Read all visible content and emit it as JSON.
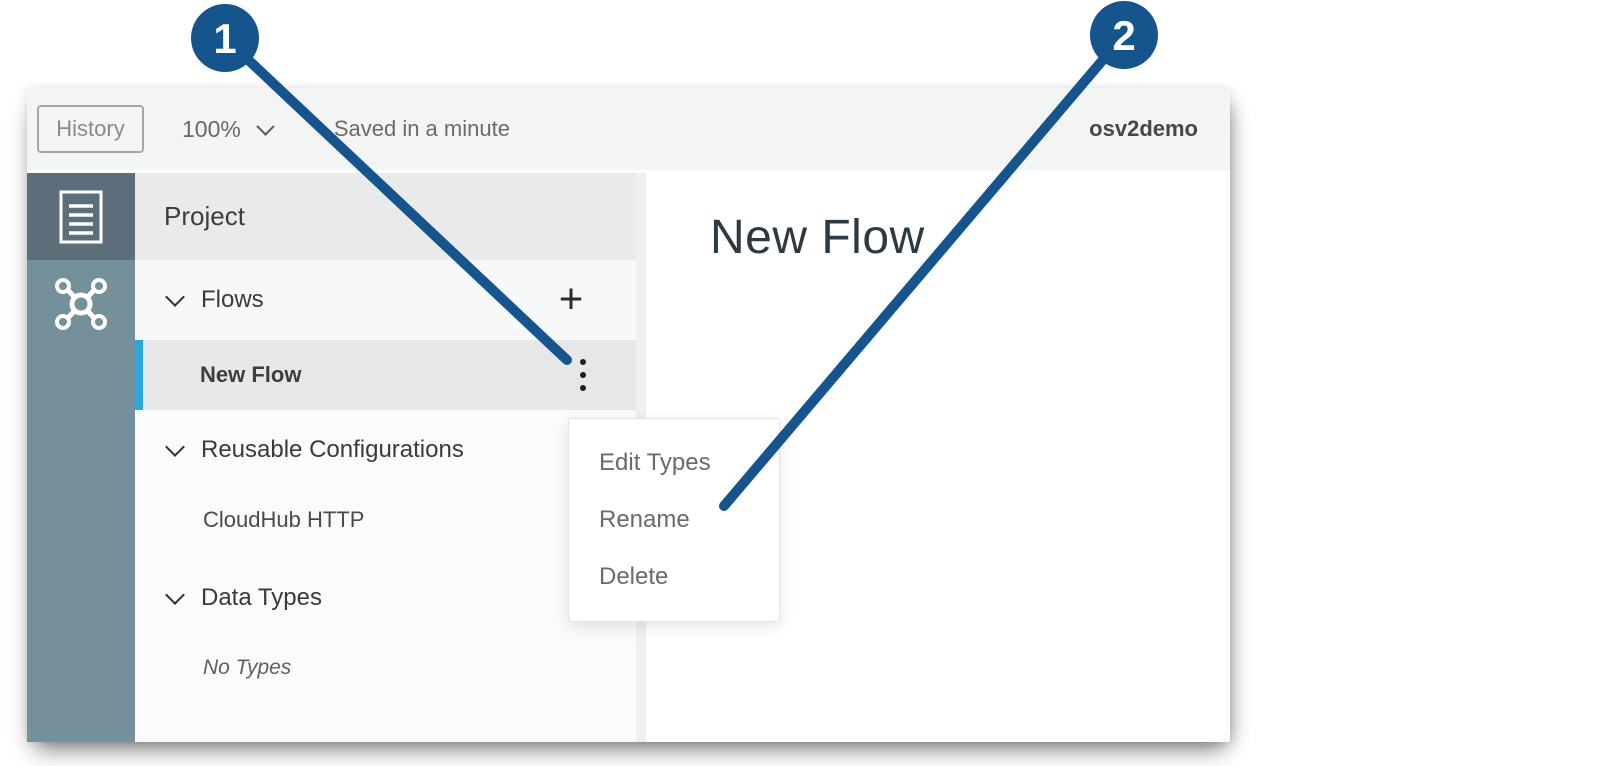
{
  "window": {
    "toolbar": {
      "history_label": "History",
      "zoom_value": "100%",
      "saved_status": "Saved in a minute",
      "project_name": "osv2demo"
    }
  },
  "sidebar": {
    "items": [
      {
        "icon": "spec-document-icon",
        "active": true
      },
      {
        "icon": "flow-network-icon",
        "active": false
      }
    ]
  },
  "explorer": {
    "title": "Project",
    "sections": [
      {
        "label": "Flows",
        "expanded": true,
        "action": "add-flow"
      },
      {
        "label": "Reusable Configurations",
        "expanded": true
      },
      {
        "label": "Data Types",
        "expanded": true
      }
    ],
    "items": {
      "selected_flow": "New Flow",
      "configuration": "CloudHub HTTP",
      "empty_types": "No Types"
    }
  },
  "context_menu": {
    "items": [
      {
        "label": "Edit Types"
      },
      {
        "label": "Rename"
      },
      {
        "label": "Delete"
      }
    ]
  },
  "canvas": {
    "title": "New Flow"
  },
  "callouts": {
    "color": "#15548c",
    "markers": [
      {
        "number": "1",
        "target": "flow-options-kebab"
      },
      {
        "number": "2",
        "target": "rename-menu-item"
      }
    ]
  },
  "colors": {
    "callout_blue": "#15548c",
    "selected_accent": "#29a8e0"
  }
}
